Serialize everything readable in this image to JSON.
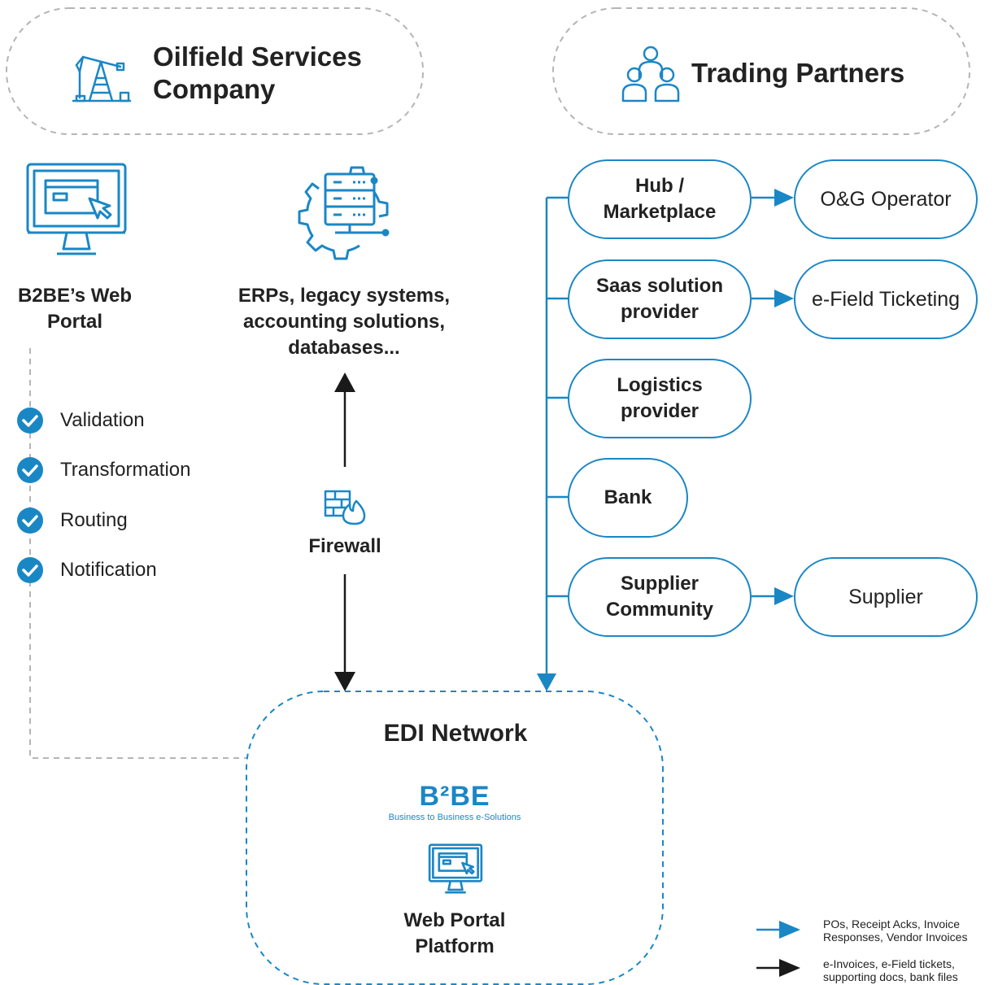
{
  "groups": {
    "company_title": "Oilfield Services Company",
    "partners_title": "Trading Partners"
  },
  "left": {
    "portal_label": "B2BE’s Web Portal",
    "erp_label": "ERPs, legacy systems, accounting solutions, databases...",
    "firewall_label": "Firewall",
    "features": [
      "Validation",
      "Transformation",
      "Routing",
      "Notification"
    ]
  },
  "partners": [
    {
      "name": "Hub / Marketplace",
      "target": "O&G Operator"
    },
    {
      "name": "Saas solution provider",
      "target": "e-Field Ticketing"
    },
    {
      "name": "Logistics provider",
      "target": null
    },
    {
      "name": "Bank",
      "target": null
    },
    {
      "name": "Supplier Community",
      "target": "Supplier"
    }
  ],
  "edi": {
    "title": "EDI Network",
    "logo_text": "B²BE",
    "logo_tagline": "Business to Business e-Solutions",
    "platform_label": "Web Portal Platform"
  },
  "legend": {
    "blue_label": "POs, Receipt Acks, Invoice Responses, Vendor Invoices",
    "black_label": "e-Invoices, e-Field tickets, supporting docs, bank files"
  },
  "colors": {
    "accent": "#1a87c5",
    "arrow_dark": "#1a1a1a",
    "dashed_gray": "#b5b5b5"
  }
}
